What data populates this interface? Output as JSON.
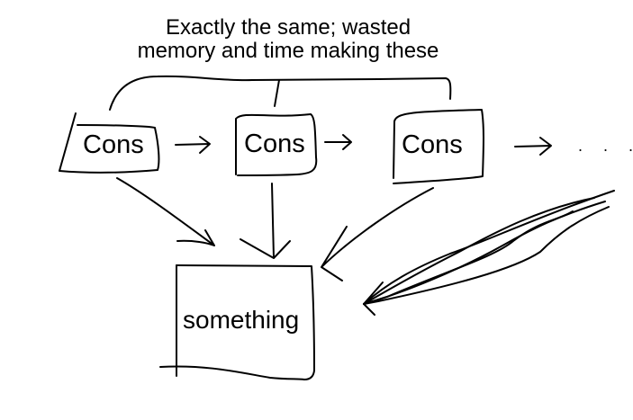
{
  "annotation": {
    "line1": "Exactly the same; wasted",
    "line2": "memory and time making these"
  },
  "nodes": [
    {
      "label": "Cons"
    },
    {
      "label": "Cons"
    },
    {
      "label": "Cons"
    }
  ],
  "continuation": ". . .",
  "target": {
    "label": "something"
  },
  "colors": {
    "ink": "#000000",
    "background": "#ffffff"
  }
}
